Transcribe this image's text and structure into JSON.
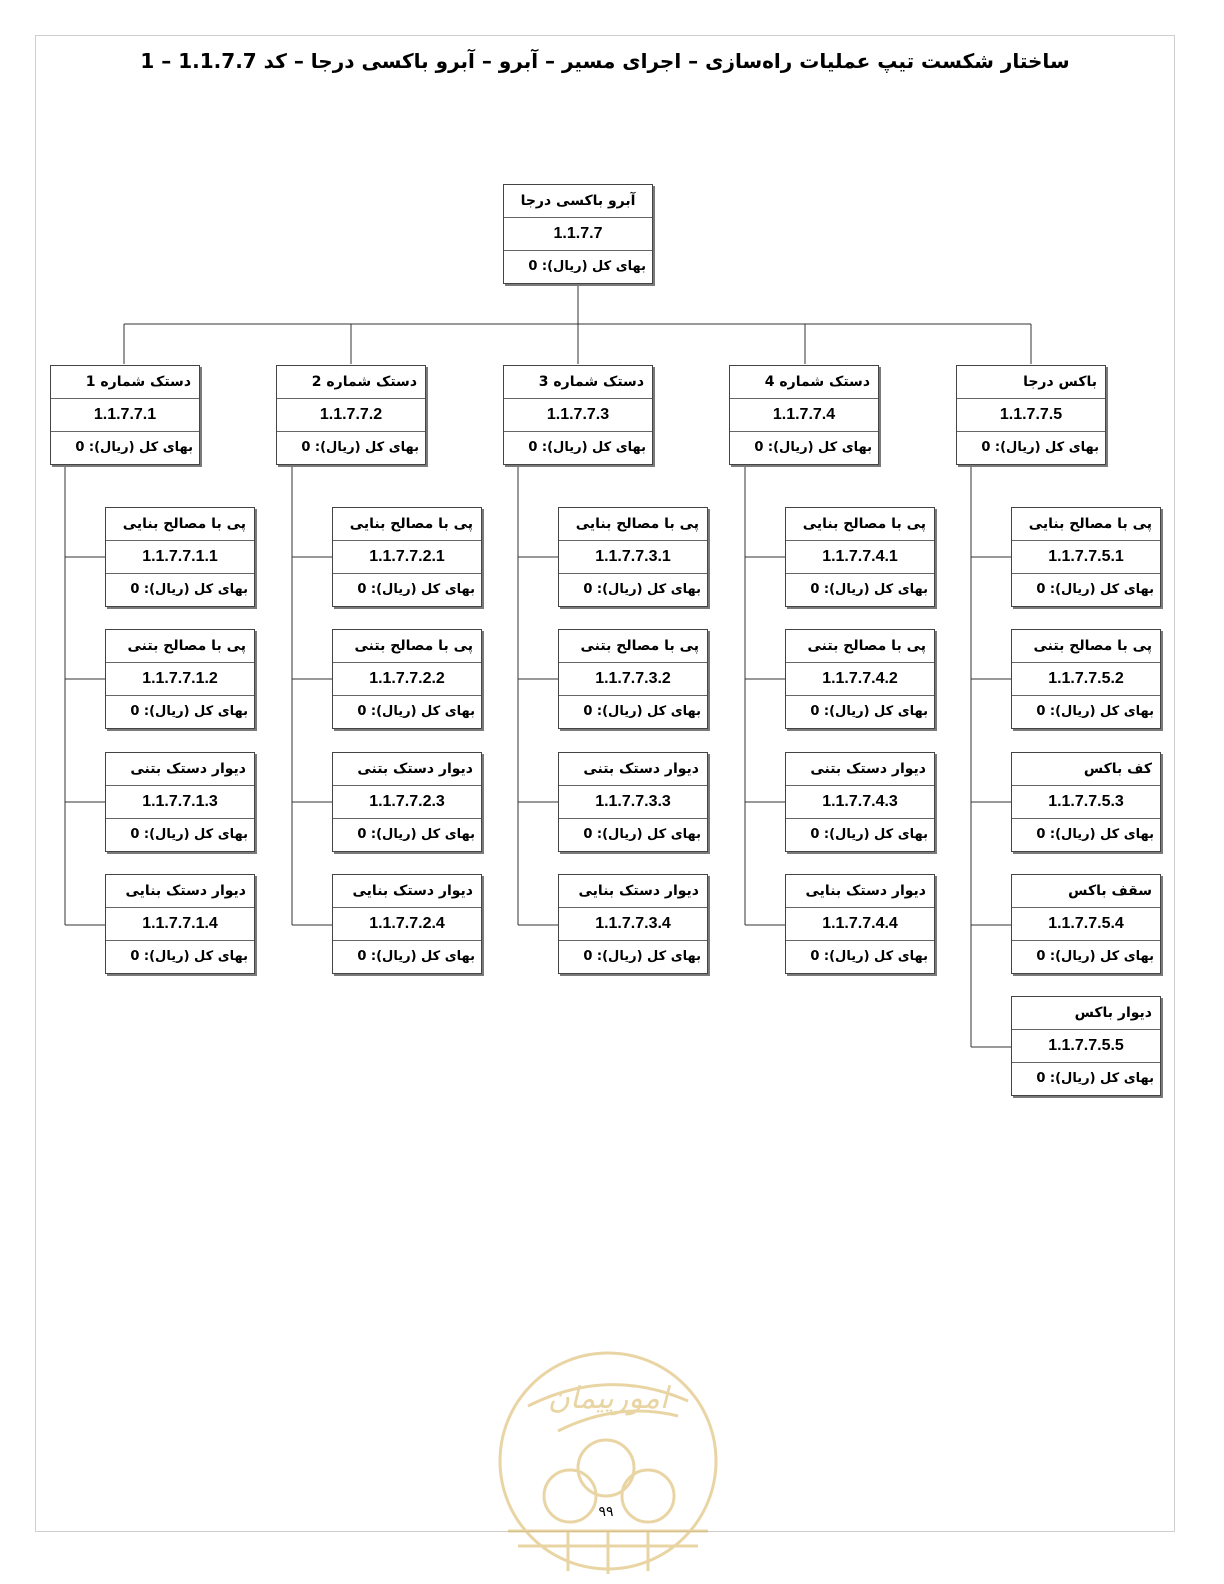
{
  "title": "ساختار شکست تیپ عملیات راه‌سازی – اجرای مسیر – آبرو – آبرو باکسی درجا  – کد  1.1.7.7 – 1",
  "root": {
    "name": "آبرو باکسی درجا",
    "code": "1.1.7.7",
    "cost": "بهای کل (ریال): 0"
  },
  "groups": [
    {
      "name": "دستک شماره 1",
      "code": "1.1.7.7.1",
      "cost": "بهای کل (ریال): 0",
      "children": [
        {
          "name": "پی با مصالح بنایی",
          "code": "1.1.7.7.1.1",
          "cost": "بهای کل (ریال): 0"
        },
        {
          "name": "پی با مصالح بتنی",
          "code": "1.1.7.7.1.2",
          "cost": "بهای کل (ریال): 0"
        },
        {
          "name": "دیوار دستک بتنی",
          "code": "1.1.7.7.1.3",
          "cost": "بهای کل (ریال): 0"
        },
        {
          "name": "دیوار دستک بنایی",
          "code": "1.1.7.7.1.4",
          "cost": "بهای کل (ریال): 0"
        }
      ]
    },
    {
      "name": "دستک شماره 2",
      "code": "1.1.7.7.2",
      "cost": "بهای کل (ریال): 0",
      "children": [
        {
          "name": "پی با مصالح بنایی",
          "code": "1.1.7.7.2.1",
          "cost": "بهای کل (ریال): 0"
        },
        {
          "name": "پی با مصالح بتنی",
          "code": "1.1.7.7.2.2",
          "cost": "بهای کل (ریال): 0"
        },
        {
          "name": "دیوار دستک بتنی",
          "code": "1.1.7.7.2.3",
          "cost": "بهای کل (ریال): 0"
        },
        {
          "name": "دیوار دستک بنایی",
          "code": "1.1.7.7.2.4",
          "cost": "بهای کل (ریال): 0"
        }
      ]
    },
    {
      "name": "دستک شماره 3",
      "code": "1.1.7.7.3",
      "cost": "بهای کل (ریال): 0",
      "children": [
        {
          "name": "پی با مصالح بنایی",
          "code": "1.1.7.7.3.1",
          "cost": "بهای کل (ریال): 0"
        },
        {
          "name": "پی با مصالح بتنی",
          "code": "1.1.7.7.3.2",
          "cost": "بهای کل (ریال): 0"
        },
        {
          "name": "دیوار دستک بتنی",
          "code": "1.1.7.7.3.3",
          "cost": "بهای کل (ریال): 0"
        },
        {
          "name": "دیوار دستک بنایی",
          "code": "1.1.7.7.3.4",
          "cost": "بهای کل (ریال): 0"
        }
      ]
    },
    {
      "name": "دستک شماره 4",
      "code": "1.1.7.7.4",
      "cost": "بهای کل (ریال): 0",
      "children": [
        {
          "name": "پی با مصالح بنایی",
          "code": "1.1.7.7.4.1",
          "cost": "بهای کل (ریال): 0"
        },
        {
          "name": "پی با مصالح بتنی",
          "code": "1.1.7.7.4.2",
          "cost": "بهای کل (ریال): 0"
        },
        {
          "name": "دیوار دستک بتنی",
          "code": "1.1.7.7.4.3",
          "cost": "بهای کل (ریال): 0"
        },
        {
          "name": "دیوار دستک بنایی",
          "code": "1.1.7.7.4.4",
          "cost": "بهای کل (ریال): 0"
        }
      ]
    },
    {
      "name": "باکس درجا",
      "code": "1.1.7.7.5",
      "cost": "بهای کل (ریال): 0",
      "children": [
        {
          "name": "پی با مصالح بنایی",
          "code": "1.1.7.7.5.1",
          "cost": "بهای کل (ریال): 0"
        },
        {
          "name": "پی با مصالح بتنی",
          "code": "1.1.7.7.5.2",
          "cost": "بهای کل (ریال): 0"
        },
        {
          "name": "کف باکس",
          "code": "1.1.7.7.5.3",
          "cost": "بهای کل (ریال): 0"
        },
        {
          "name": "سقف باکس",
          "code": "1.1.7.7.5.4",
          "cost": "بهای کل (ریال): 0"
        },
        {
          "name": "دیوار باکس",
          "code": "1.1.7.7.5.5",
          "cost": "بهای کل (ریال): 0"
        }
      ]
    }
  ],
  "watermark": {
    "text": "امورپیمان"
  },
  "page_number": "۹۹",
  "colors": {
    "line": "#333333",
    "watermark": "#d8b25a"
  }
}
